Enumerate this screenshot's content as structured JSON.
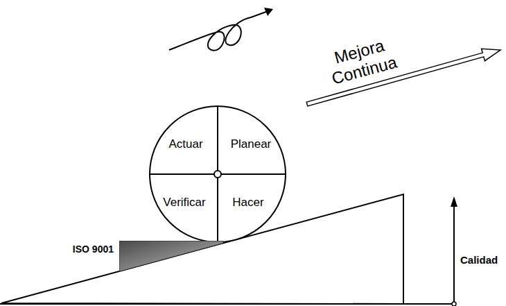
{
  "diagram": {
    "nodes": [
      {
        "text": [
          "Actuar"
        ]
      },
      {
        "text": [
          "Planear"
        ]
      },
      {
        "text": [
          "Verificar"
        ]
      },
      {
        "text": [
          "Hacer"
        ]
      },
      {
        "text": [
          "ISO 9001"
        ]
      }
    ],
    "labels": [
      "Mejora Continua",
      "Calidad"
    ]
  }
}
